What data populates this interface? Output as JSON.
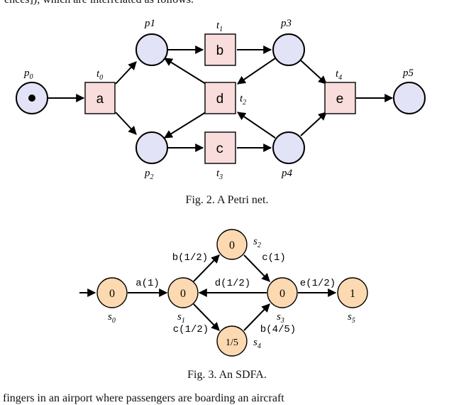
{
  "text": {
    "top_line": "ences]), which are interrelated as follows.",
    "bottom_line": "fingers in an airport where passengers are boarding an aircraft",
    "fig2_caption": "Fig. 2.   A Petri net.",
    "fig3_caption": "Fig. 3.   An SDFA."
  },
  "petri": {
    "places": [
      {
        "id": "p0",
        "label": "p",
        "sub": "0",
        "token": true
      },
      {
        "id": "p1",
        "label": "p1",
        "sub": "",
        "token": false
      },
      {
        "id": "p2",
        "label": "p",
        "sub": "2",
        "token": false
      },
      {
        "id": "p3",
        "label": "p3",
        "sub": "",
        "token": false
      },
      {
        "id": "p4",
        "label": "p4",
        "sub": "",
        "token": false
      },
      {
        "id": "p5",
        "label": "p5",
        "sub": "",
        "token": false
      }
    ],
    "transitions": [
      {
        "id": "t0",
        "action": "a",
        "label": "t",
        "sub": "0"
      },
      {
        "id": "t1",
        "action": "b",
        "label": "t",
        "sub": "1"
      },
      {
        "id": "t2",
        "action": "d",
        "label": "t",
        "sub": "2"
      },
      {
        "id": "t3",
        "action": "c",
        "label": "t",
        "sub": "3"
      },
      {
        "id": "t4",
        "action": "e",
        "label": "t",
        "sub": "4"
      }
    ]
  },
  "sdfa": {
    "states": [
      {
        "id": "s0",
        "value": "0",
        "label": "s",
        "sub": "0"
      },
      {
        "id": "s1",
        "value": "0",
        "label": "s",
        "sub": "1"
      },
      {
        "id": "s2",
        "value": "0",
        "label": "s",
        "sub": "2"
      },
      {
        "id": "s3",
        "value": "0",
        "label": "s",
        "sub": "3"
      },
      {
        "id": "s4",
        "value": "1/5",
        "label": "s",
        "sub": "4"
      },
      {
        "id": "s5",
        "value": "1",
        "label": "s",
        "sub": "5"
      }
    ],
    "edges": [
      {
        "id": "s0-s1",
        "label": "a(1)"
      },
      {
        "id": "s1-s2",
        "label": "b(1/2)"
      },
      {
        "id": "s2-s3",
        "label": "c(1)"
      },
      {
        "id": "s3-s1",
        "label": "d(1/2)"
      },
      {
        "id": "s3-s5",
        "label": "e(1/2)"
      },
      {
        "id": "s1-s4",
        "label": "c(1/2)"
      },
      {
        "id": "s4-s3",
        "label": "b(4/5)"
      }
    ]
  }
}
